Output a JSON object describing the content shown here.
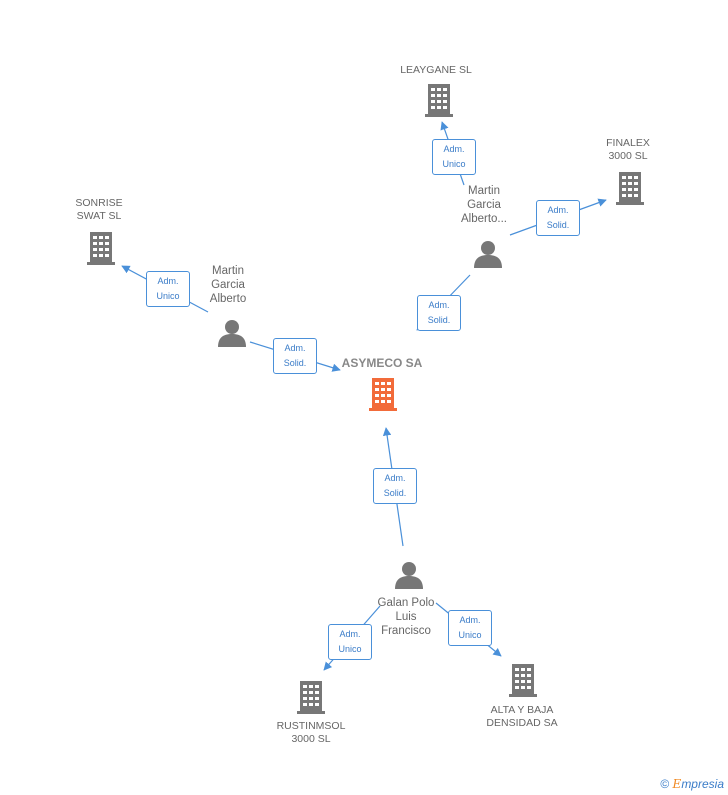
{
  "nodes": {
    "leaygane": {
      "label": "LEAYGANE SL",
      "type": "company"
    },
    "finalex": {
      "label": "FINALEX 3000 SL",
      "type": "company"
    },
    "sonrise": {
      "label": "SONRISE SWAT SL",
      "type": "company"
    },
    "asymeco": {
      "label": "ASYMECO SA",
      "type": "company-center"
    },
    "martin1": {
      "label": "Martin Garcia Alberto...",
      "type": "person"
    },
    "martin2": {
      "label": "Martin Garcia Alberto",
      "type": "person"
    },
    "galan": {
      "label": "Galan Polo Luis Francisco",
      "type": "person"
    },
    "rustinmsol": {
      "label": "RUSTINMSOL 3000 SL",
      "type": "company"
    },
    "altabaja": {
      "label": "ALTA Y BAJA DENSIDAD SA",
      "type": "company"
    }
  },
  "edges": [
    {
      "from": "martin1",
      "to": "leaygane",
      "role": [
        "Adm.",
        "Unico"
      ]
    },
    {
      "from": "martin1",
      "to": "finalex",
      "role": [
        "Adm.",
        "Solid."
      ]
    },
    {
      "from": "martin1",
      "to": "asymeco",
      "role": [
        "Adm.",
        "Solid."
      ]
    },
    {
      "from": "martin2",
      "to": "sonrise",
      "role": [
        "Adm.",
        "Unico"
      ]
    },
    {
      "from": "martin2",
      "to": "asymeco",
      "role": [
        "Adm.",
        "Solid."
      ]
    },
    {
      "from": "galan",
      "to": "asymeco",
      "role": [
        "Adm.",
        "Solid."
      ]
    },
    {
      "from": "galan",
      "to": "rustinmsol",
      "role": [
        "Adm.",
        "Unico"
      ]
    },
    {
      "from": "galan",
      "to": "altabaja",
      "role": [
        "Adm.",
        "Unico"
      ]
    }
  ],
  "labels": {
    "leaygane": "LEAYGANE SL",
    "finalex_1": "FINALEX",
    "finalex_2": "3000 SL",
    "sonrise_1": "SONRISE",
    "sonrise_2": "SWAT SL",
    "asymeco": "ASYMECO SA",
    "martin1_1": "Martin",
    "martin1_2": "Garcia",
    "martin1_3": "Alberto...",
    "martin2_1": "Martin",
    "martin2_2": "Garcia",
    "martin2_3": "Alberto",
    "galan_1": "Galan Polo",
    "galan_2": "Luis",
    "galan_3": "Francisco",
    "rustinmsol_1": "RUSTINMSOL",
    "rustinmsol_2": "3000 SL",
    "altabaja_1": "ALTA Y BAJA",
    "altabaja_2": "DENSIDAD SA"
  },
  "rel_labels": {
    "adm": "Adm.",
    "unico": "Unico",
    "solid": "Solid."
  },
  "footer": {
    "copyright": "©",
    "brand_initial": "E",
    "brand_rest": "mpresia"
  },
  "colors": {
    "company_icon": "#777777",
    "center_icon": "#f26b3a",
    "person_icon": "#777777",
    "edge": "#4a90d9"
  }
}
